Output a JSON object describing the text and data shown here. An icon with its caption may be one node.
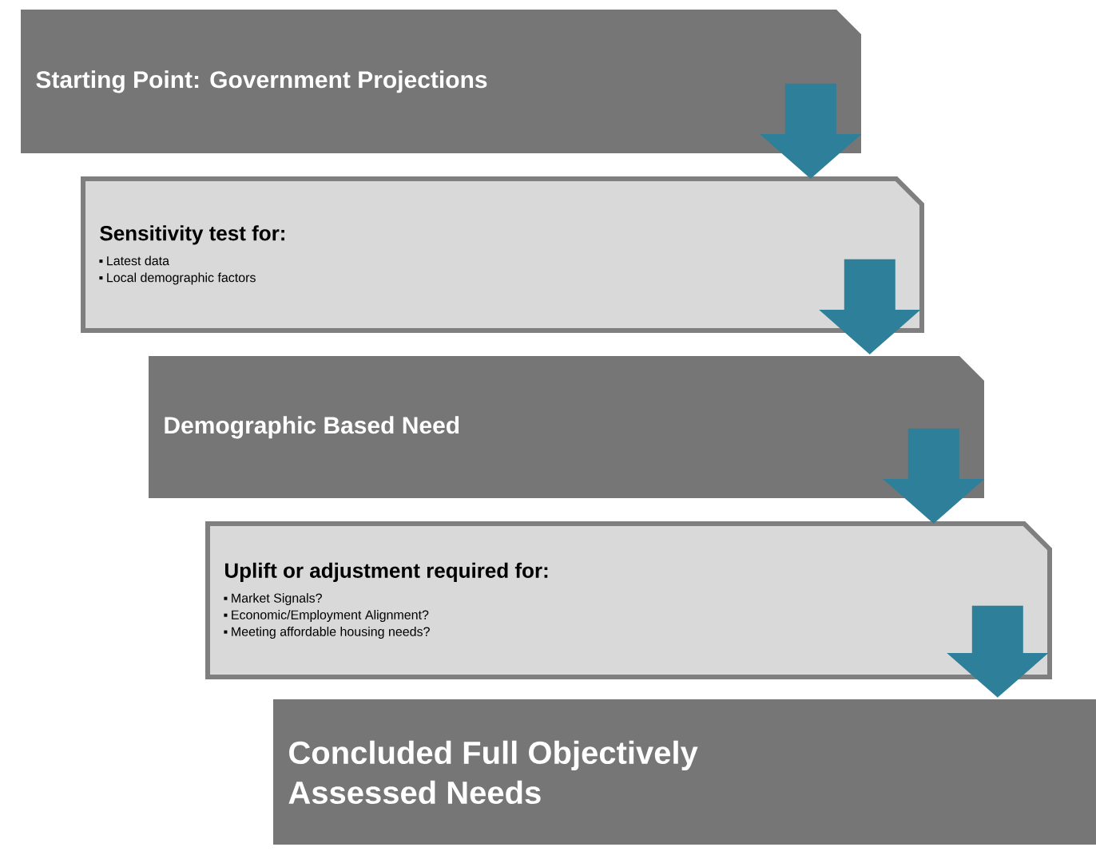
{
  "diagram": {
    "nodes": [
      {
        "text": [
          "Starting Point: Government Projections"
        ]
      },
      {
        "text": [
          "Sensitivity test for:",
          "Latest data",
          "Local demographic factors"
        ]
      },
      {
        "text": [
          "Demographic Based Need"
        ]
      },
      {
        "text": [
          "Uplift or adjustment required for:",
          "Market Signals?",
          "Economic/Employment Alignment?",
          "Meeting affordable housing needs?"
        ]
      },
      {
        "text": [
          "Concluded Full Objectively Assessed Needs"
        ]
      }
    ],
    "edges": [
      {
        "from": 0,
        "to": 1,
        "arrow": "to"
      },
      {
        "from": 1,
        "to": 2,
        "arrow": "to"
      },
      {
        "from": 2,
        "to": 3,
        "arrow": "to"
      },
      {
        "from": 3,
        "to": 4,
        "arrow": "to"
      }
    ]
  }
}
